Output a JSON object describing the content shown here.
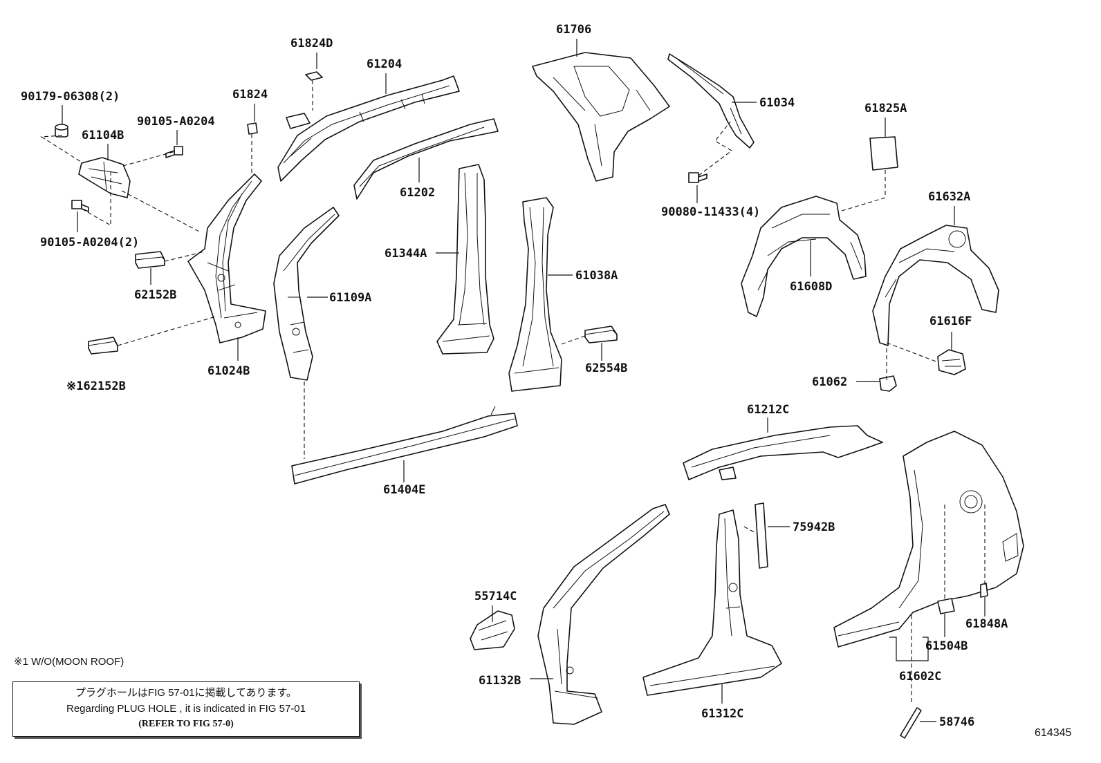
{
  "labels": {
    "p61824D": "61824D",
    "p61204": "61204",
    "p61706": "61706",
    "p61034": "61034",
    "p90179": "90179-06308(2)",
    "p61824": "61824",
    "p90105a": "90105-A0204",
    "p61104B": "61104B",
    "p61825A": "61825A",
    "p61202": "61202",
    "p90080": "90080-11433(4)",
    "p90105b": "90105-A0204(2)",
    "p61632A": "61632A",
    "p61344A": "61344A",
    "p61038A": "61038A",
    "p62152B": "62152B",
    "p61109A": "61109A",
    "p61608D": "61608D",
    "p61616F": "61616F",
    "p61024B": "61024B",
    "p62554B": "62554B",
    "p162152B": "※162152B",
    "p61062": "61062",
    "p61212C": "61212C",
    "p61404E": "61404E",
    "p75942B": "75942B",
    "p55714C": "55714C",
    "p61848A": "61848A",
    "p61504B": "61504B",
    "p61132B": "61132B",
    "p61602C": "61602C",
    "p61312C": "61312C",
    "p58746": "58746"
  },
  "notes": {
    "without_moon_roof": "※1 W/O(MOON ROOF)",
    "plug_hole_jp": "プラグホールはFIG 57-01に掲載してあります。",
    "plug_hole_en": "Regarding  PLUG  HOLE , it is indicated in FIG  57-01",
    "refer": "(REFER TO FIG 57-0)"
  },
  "figure_number": "614345"
}
